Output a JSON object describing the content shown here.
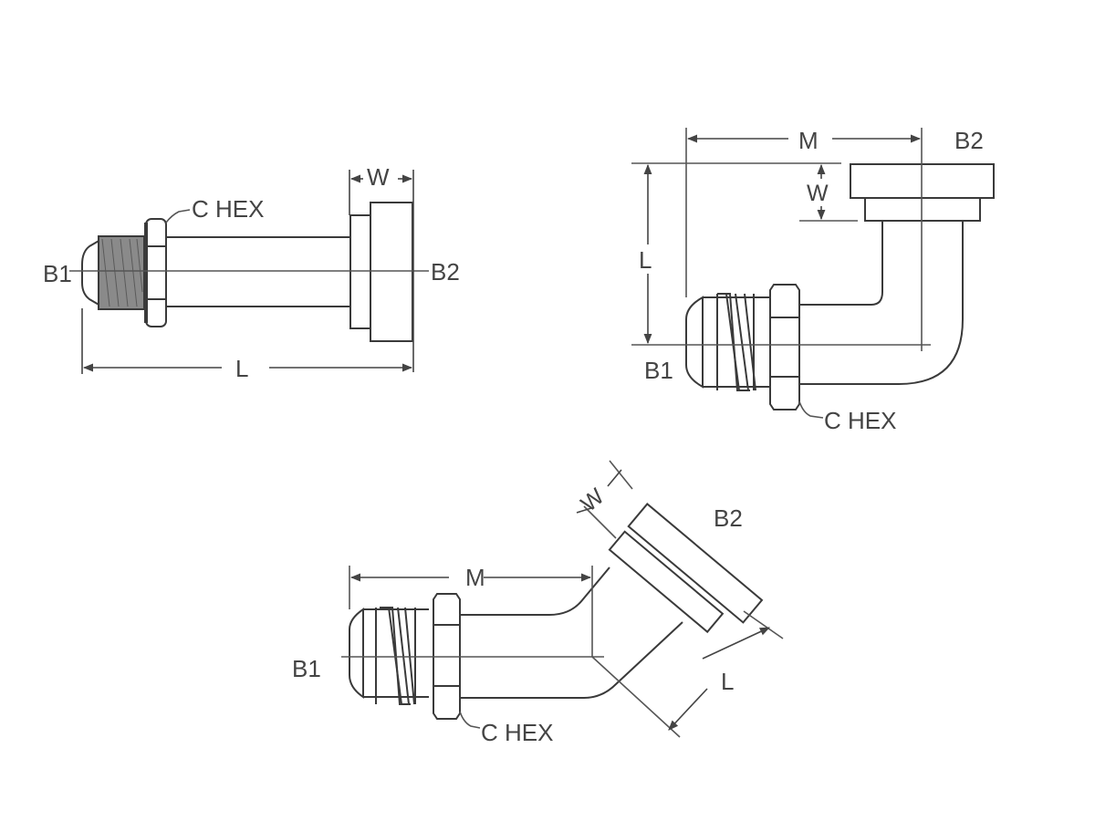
{
  "diagram": {
    "type": "technical-drawing",
    "colors": {
      "line": "#3a3a3a",
      "thread_fill": "#8a8a8a",
      "background": "#ffffff",
      "text": "#444444"
    },
    "fittings": [
      {
        "name": "straight",
        "labels": {
          "end1": "B1",
          "end2": "B2",
          "hex": "C HEX",
          "length": "L",
          "width": "W"
        }
      },
      {
        "name": "elbow-90",
        "labels": {
          "end1": "B1",
          "end2": "B2",
          "hex": "C HEX",
          "length": "L",
          "width": "W",
          "offset": "M"
        }
      },
      {
        "name": "elbow-45",
        "labels": {
          "end1": "B1",
          "end2": "B2",
          "hex": "C HEX",
          "length": "L",
          "width": "W",
          "offset": "M"
        }
      }
    ]
  }
}
